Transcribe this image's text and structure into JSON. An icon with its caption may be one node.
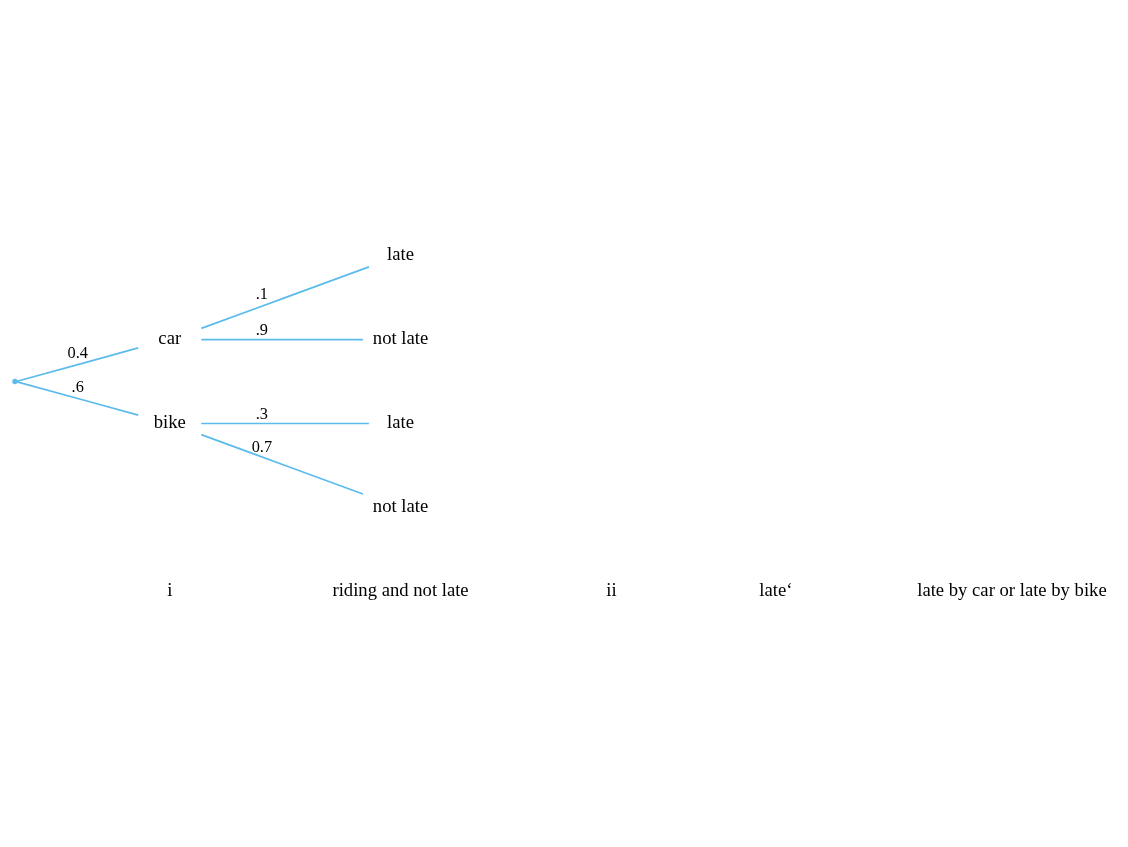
{
  "diagram": {
    "nodes": [
      {
        "text": [],
        "shape": "point"
      },
      {
        "text": [
          "car"
        ]
      },
      {
        "text": [
          "bike"
        ]
      },
      {
        "text": [
          "late"
        ]
      },
      {
        "text": [
          "not late"
        ]
      },
      {
        "text": [
          "late"
        ]
      },
      {
        "text": [
          "not late"
        ]
      }
    ],
    "edges": [
      {
        "from": 0,
        "to": 1,
        "arrow": "none",
        "label": "0.4"
      },
      {
        "from": 0,
        "to": 2,
        "arrow": "none",
        "label": ".6"
      },
      {
        "from": 1,
        "to": 3,
        "arrow": "none",
        "label": ".1"
      },
      {
        "from": 1,
        "to": 4,
        "arrow": "none",
        "label": ".9"
      },
      {
        "from": 2,
        "to": 5,
        "arrow": "none",
        "label": ".3"
      },
      {
        "from": 2,
        "to": 6,
        "arrow": "none",
        "label": "0.7"
      }
    ],
    "labels": [
      "i",
      "riding and not late",
      "ii",
      "late‘",
      "late by car or late by bike"
    ]
  }
}
